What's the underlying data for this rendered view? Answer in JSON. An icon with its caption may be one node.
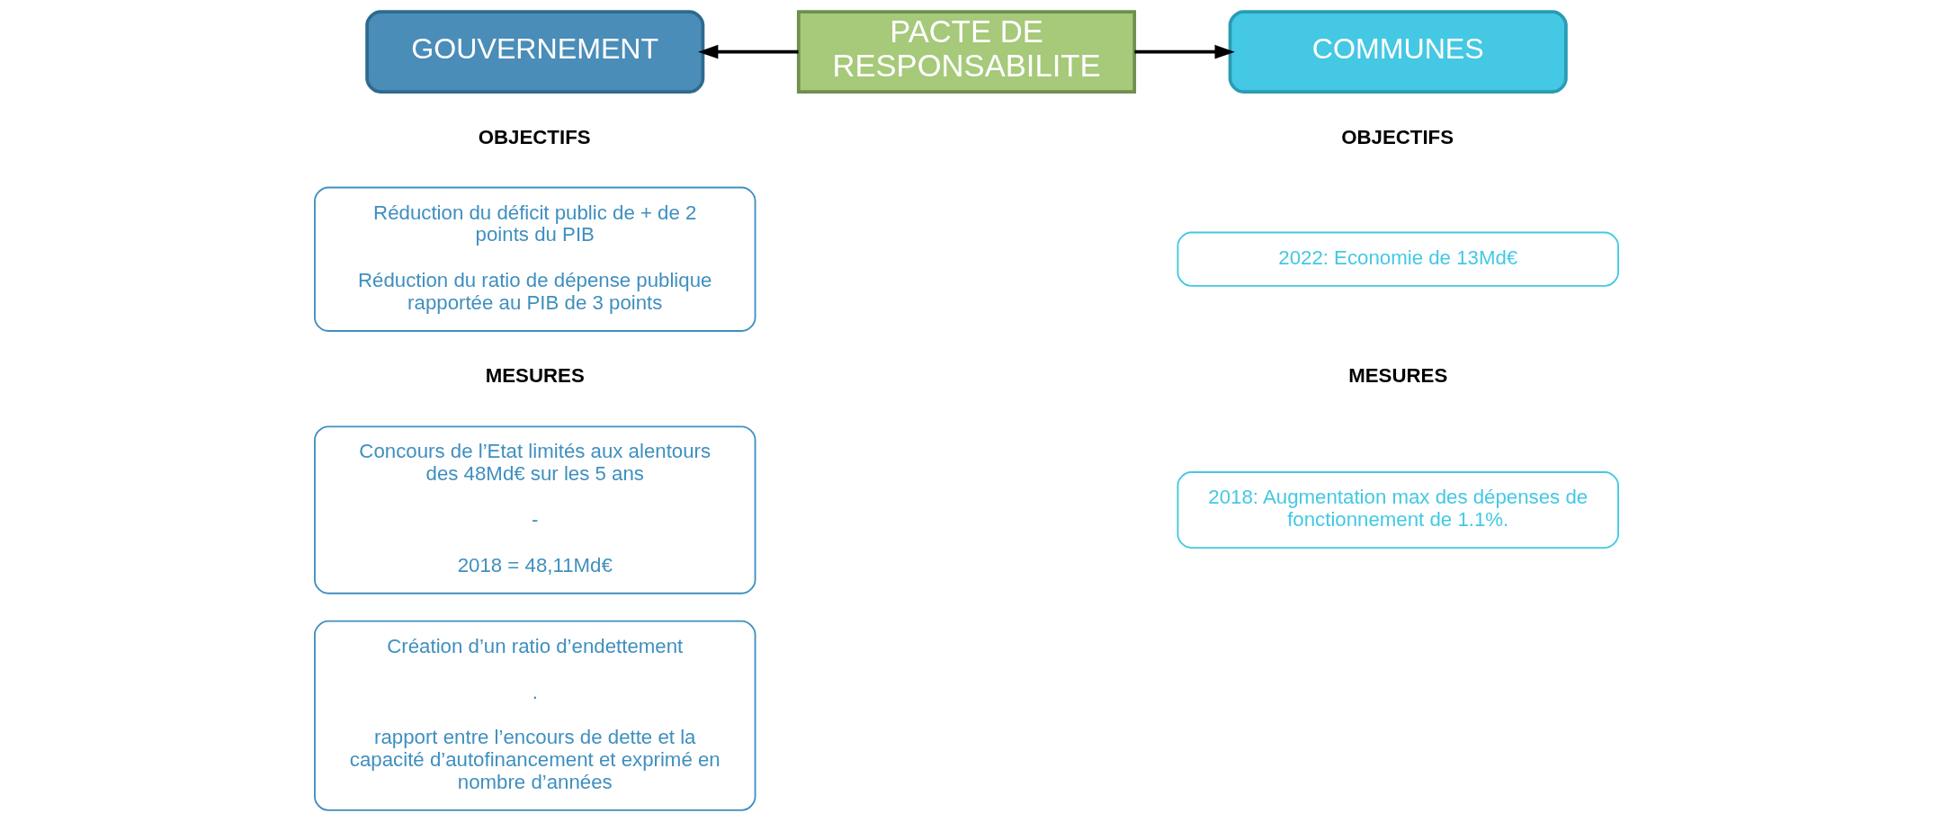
{
  "diagram": {
    "nodes": [
      {
        "text": [
          "GOUVERNEMENT"
        ]
      },
      {
        "text": [
          "PACTE DE RESPONSABILITE"
        ]
      },
      {
        "text": [
          "COMMUNES"
        ]
      },
      {
        "text": [
          "Réduction du déficit public de + de 2 points du PIB",
          "Réduction du ratio de dépense publique rapportée au PIB de 3 points"
        ]
      },
      {
        "text": [
          "Concours de l’Etat limités aux alentours des 48Md€ sur les 5 ans",
          "-",
          "2018 = 48,11Md€"
        ]
      },
      {
        "text": [
          "Création d’un ratio d’endettement",
          ".",
          "rapport entre l’encours de dette et la capacité d’autofinancement et exprimé en nombre d’années"
        ]
      },
      {
        "text": [
          "2022: Economie de 13Md€"
        ]
      },
      {
        "text": [
          "2018: Augmentation max des dépenses de fonctionnement de 1.1%."
        ]
      }
    ],
    "edges": [
      {
        "from": 1,
        "to": 0,
        "arrow": "to"
      },
      {
        "from": 1,
        "to": 2,
        "arrow": "to"
      }
    ],
    "labels": [
      "OBJECTIFS",
      "OBJECTIFS",
      "MESURES",
      "MESURES"
    ]
  }
}
